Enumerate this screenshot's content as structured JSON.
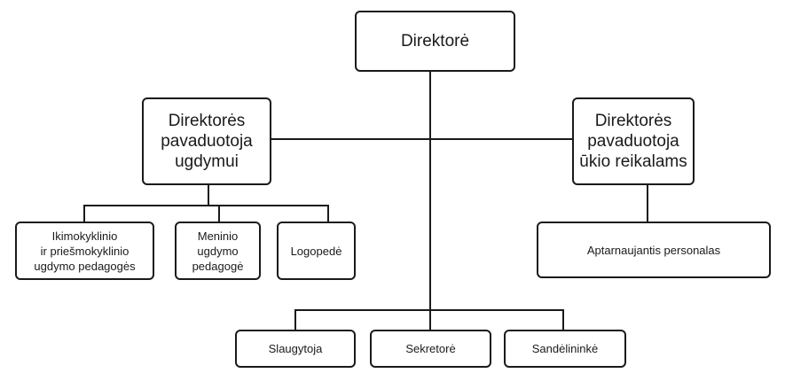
{
  "nodes": {
    "director": "Direktorė",
    "deputy_education": "Direktorės\npavaduotoja\nugdymui",
    "deputy_facilities": "Direktorės\npavaduotoja\nūkio reikalams",
    "preschool_teachers": "Ikimokyklinio\nir priešmokyklinio\nugdymo pedagogės",
    "art_teacher": "Meninio\nugdymo\npedagogė",
    "speech_therapist": "Logopedė",
    "service_staff": "Aptarnaujantis personalas",
    "nurse": "Slaugytoja",
    "secretary": "Sekretorė",
    "storekeeper": "Sandėlininkė"
  }
}
